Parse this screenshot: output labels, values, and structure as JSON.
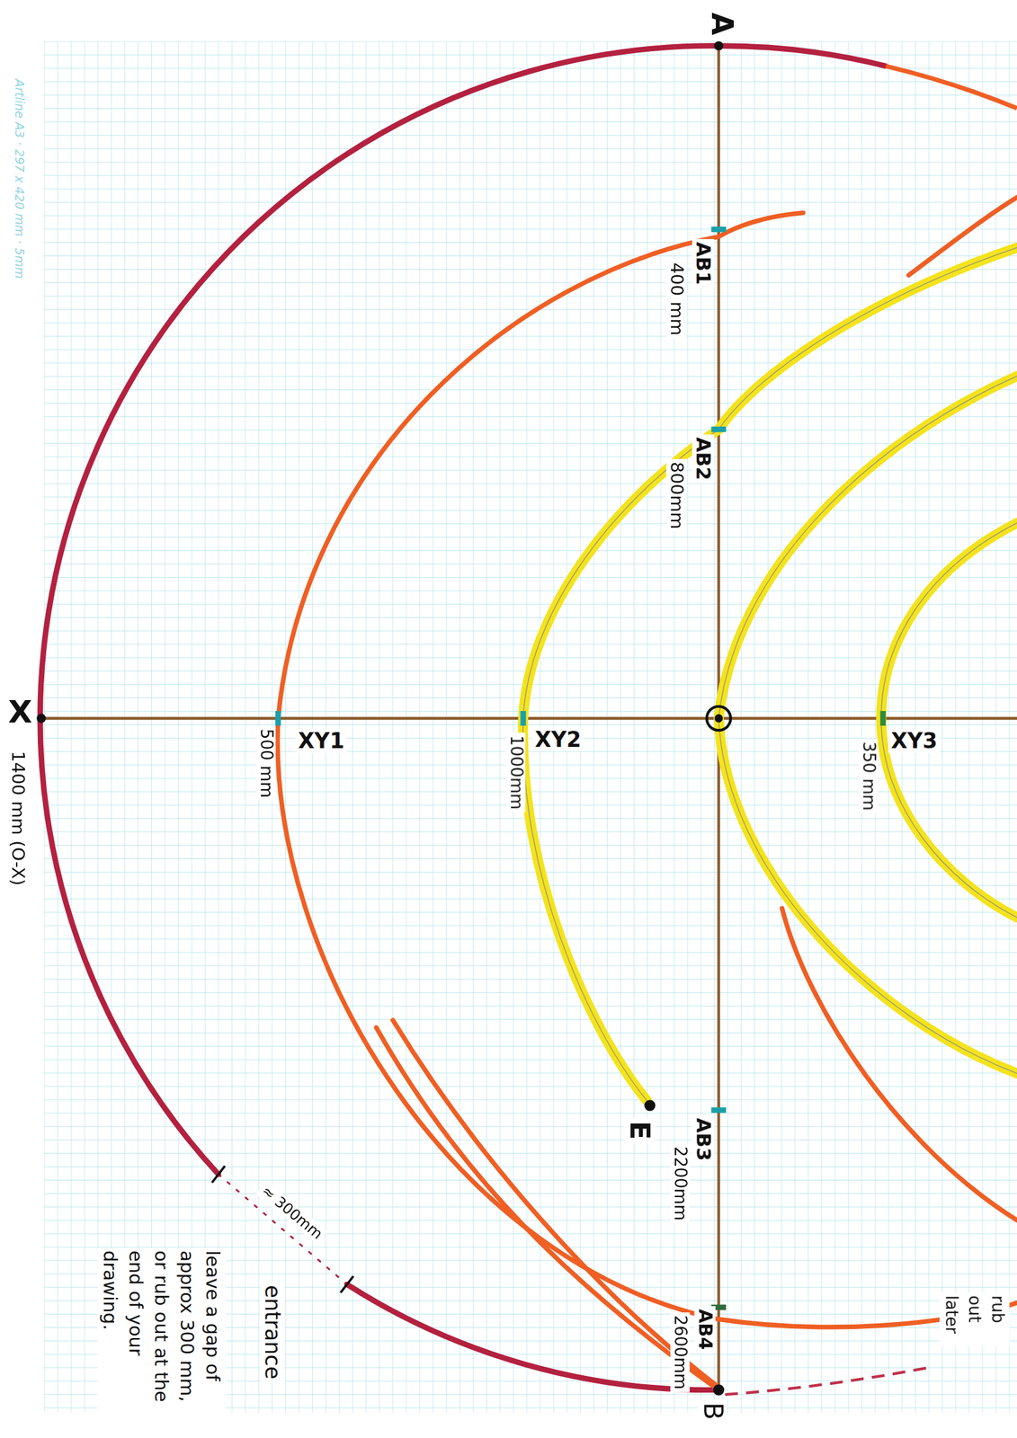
{
  "diagram": {
    "labels": [
      "Artline A3 · 297 x 420 mm · 5mm",
      "A",
      "AB1",
      "400 mm",
      "AB2",
      "800mm",
      "X",
      "XY1",
      "500 mm",
      "XY2",
      "1000mm",
      "XY3",
      "350 mm",
      "1400 mm (O-X)",
      "E",
      "AB3",
      "2200mm",
      "≈ 300mm",
      "entrance",
      "leave a gap of approx 300 mm, or rub out at the end of your drawing.",
      "AB4",
      "2600mm",
      "rub out later",
      "B"
    ]
  }
}
